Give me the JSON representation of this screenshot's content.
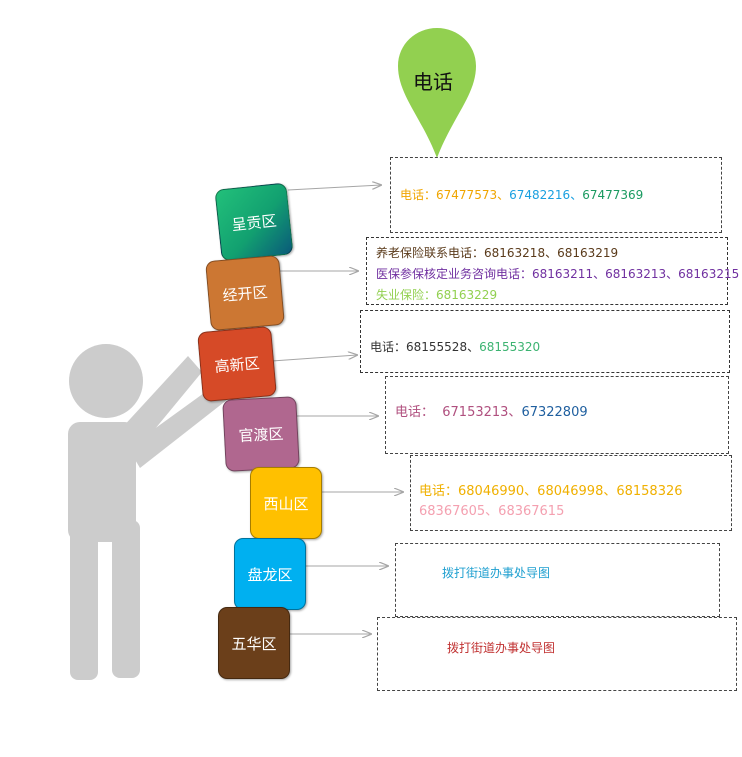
{
  "pin": {
    "label": "电话",
    "color": "#92d050"
  },
  "blocks": [
    {
      "id": "chenggong",
      "label": "呈贡区",
      "color": "#1aa36b"
    },
    {
      "id": "jingkai",
      "label": "经开区",
      "color": "#cc7733"
    },
    {
      "id": "gaoxin",
      "label": "高新区",
      "color": "#d64a27"
    },
    {
      "id": "guandu",
      "label": "官渡区",
      "color": "#b0678f"
    },
    {
      "id": "xishan",
      "label": "西山区",
      "color": "#ffc000"
    },
    {
      "id": "panlong",
      "label": "盘龙区",
      "color": "#00b0f0"
    },
    {
      "id": "wuhua",
      "label": "五华区",
      "color": "#6b3f1a"
    }
  ],
  "boxes": {
    "chenggong": {
      "lines": [
        [
          {
            "text": "电话：",
            "color": "#f0a500"
          },
          {
            "text": "67477573、",
            "color": "#f0a500"
          },
          {
            "text": "67482216、",
            "color": "#1aa0e0"
          },
          {
            "text": "67477369",
            "color": "#1a9a60"
          }
        ]
      ]
    },
    "jingkai": {
      "lines": [
        [
          {
            "text": "养老保险联系电话：68163218、68163219",
            "color": "#5a3a1a"
          }
        ],
        [
          {
            "text": "医保参保核定业务咨询电话：68163211、68163213、68163215",
            "color": "#7030a0"
          }
        ],
        [
          {
            "text": "失业保险：68163229",
            "color": "#92d050"
          }
        ]
      ]
    },
    "gaoxin": {
      "lines": [
        [
          {
            "text": "电话：68155528、",
            "color": "#333333"
          },
          {
            "text": "68155320",
            "color": "#3cb371"
          }
        ]
      ]
    },
    "guandu": {
      "lines": [
        [
          {
            "text": "电话：  67153213、",
            "color": "#b0507f"
          },
          {
            "text": "67322809",
            "color": "#1f5f9f"
          }
        ]
      ]
    },
    "xishan": {
      "lines": [
        [
          {
            "text": "电话：68046990、68046998、68158326",
            "color": "#f0b000"
          }
        ],
        [
          {
            "text": "68367605、68367615",
            "color": "#f4a0b0"
          }
        ]
      ]
    },
    "panlong": {
      "lines": [
        [
          {
            "text": "拨打街道办事处导图",
            "color": "#20a0d0"
          }
        ]
      ]
    },
    "wuhua": {
      "lines": [
        [
          {
            "text": "拨打街道办事处导图",
            "color": "#c03030"
          }
        ]
      ]
    }
  },
  "colors": {
    "figure": "#cccccc",
    "arrow": "#a6a6a6"
  }
}
